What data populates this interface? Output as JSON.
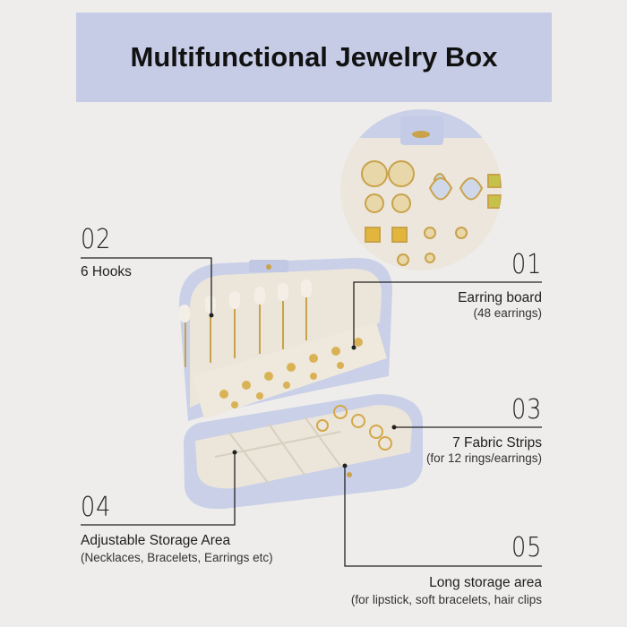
{
  "title": "Multifunctional Jewelry Box",
  "features": [
    {
      "number": "01",
      "label": "Earring board",
      "sub": "(48 earrings)"
    },
    {
      "number": "02",
      "label": "6 Hooks"
    },
    {
      "number": "03",
      "label": "7 Fabric Strips",
      "sub": "(for 12 rings/earrings)"
    },
    {
      "number": "04",
      "label": "Adjustable Storage Area",
      "sub": "(Necklaces, Bracelets, Earrings etc)"
    },
    {
      "number": "05",
      "label": "Long storage area",
      "sub": "(for lipstick, soft bracelets, hair clips"
    }
  ],
  "colors": {
    "banner": "#c7cce6",
    "box": "#c9d0e8",
    "lining": "#ece5da",
    "gold": "#d4a848"
  }
}
